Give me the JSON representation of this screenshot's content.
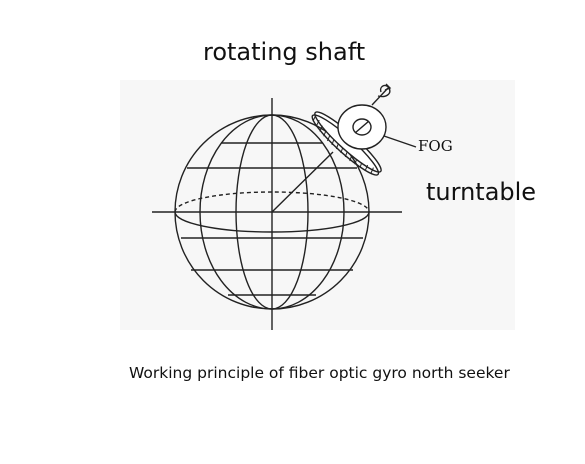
{
  "labels": {
    "rotating_shaft": "rotating shaft",
    "turntable": "turntable",
    "fog": "FOG",
    "caption": "Working principle of fiber optic gyro north seeker"
  },
  "colors": {
    "line": "#222222",
    "background": "#ffffff",
    "figure_background": "#f7f7f7"
  }
}
